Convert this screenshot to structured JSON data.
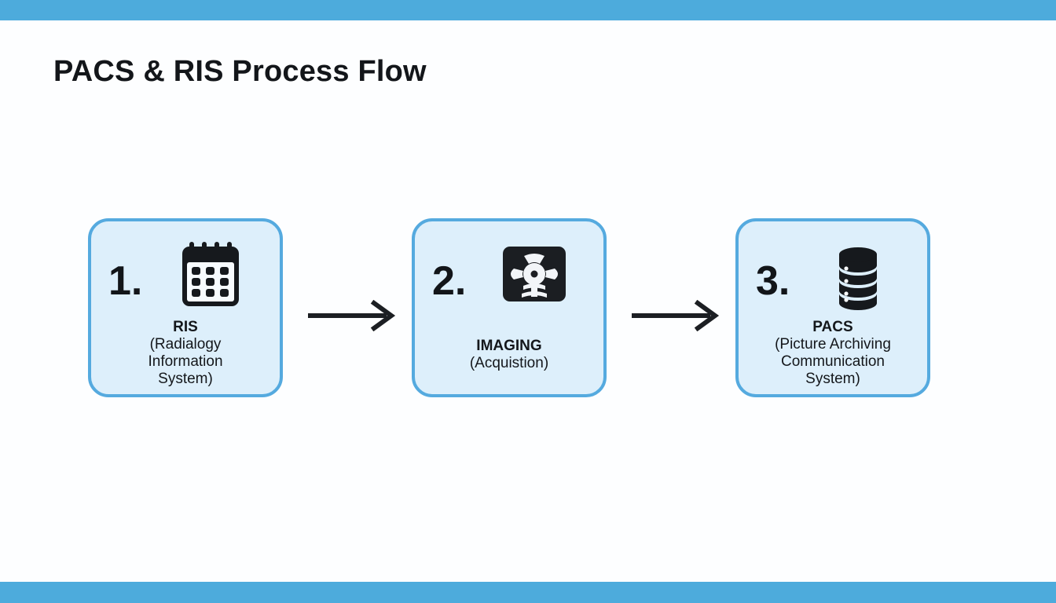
{
  "page": {
    "title": "PACS & RIS Process Flow",
    "accent_color": "#4dabdc",
    "card_border_color": "#55aadf",
    "card_fill_color": "#ddeffb",
    "background_color": "#fdfeff",
    "text_color": "#14171b"
  },
  "steps": [
    {
      "number": "1.",
      "icon": "calendar-icon",
      "label": "RIS",
      "sublabel": "(Radialogy\nInformation\nSystem)"
    },
    {
      "number": "2.",
      "icon": "xray-scanner-icon",
      "label": "IMAGING",
      "sublabel": "(Acquistion)"
    },
    {
      "number": "3.",
      "icon": "database-stack-icon",
      "label": "PACS",
      "sublabel": "(Picture Archiving\nCommunication\nSystem)"
    }
  ],
  "connectors": [
    {
      "name": "arrow-1",
      "direction": "right"
    },
    {
      "name": "arrow-2",
      "direction": "right"
    }
  ]
}
